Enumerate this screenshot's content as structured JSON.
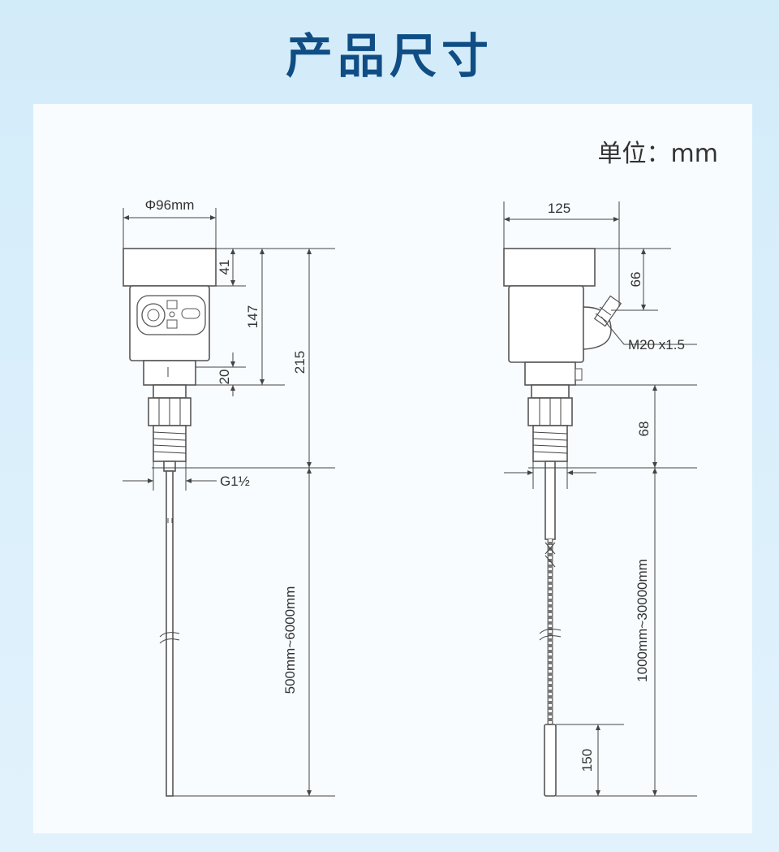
{
  "title": "产品尺寸",
  "unit_label": "单位：mm",
  "left_view": {
    "diameter": "Φ96mm",
    "dim_41": "41",
    "dim_147": "147",
    "dim_215": "215",
    "dim_20": "20",
    "thread": "G1½",
    "length": "500mm~6000mm"
  },
  "right_view": {
    "width": "125",
    "dim_66": "66",
    "cable_gland": "M20 x1.5",
    "dim_68": "68",
    "length": "1000mm~30000mm",
    "dim_150": "150"
  }
}
